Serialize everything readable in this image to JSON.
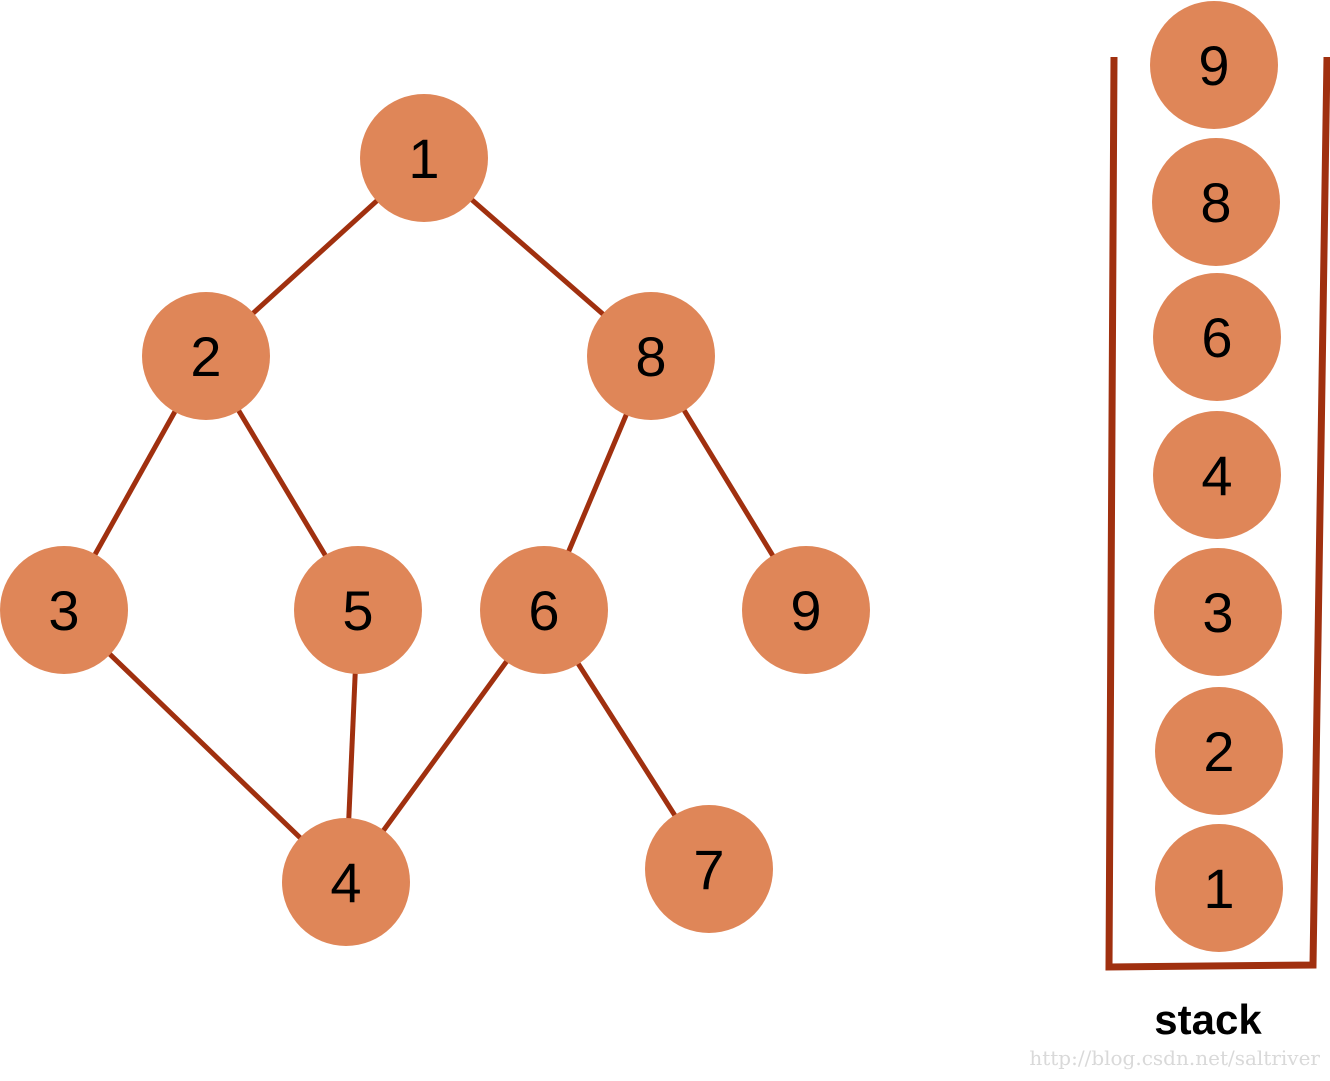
{
  "colors": {
    "node_fill": "#df8658",
    "edge": "#a0300f",
    "text": "#000000",
    "watermark": "#d9d9d9"
  },
  "graph": {
    "nodes": [
      {
        "id": "1",
        "label": "1"
      },
      {
        "id": "2",
        "label": "2"
      },
      {
        "id": "8",
        "label": "8"
      },
      {
        "id": "3",
        "label": "3"
      },
      {
        "id": "5",
        "label": "5"
      },
      {
        "id": "6",
        "label": "6"
      },
      {
        "id": "9",
        "label": "9"
      },
      {
        "id": "4",
        "label": "4"
      },
      {
        "id": "7",
        "label": "7"
      }
    ],
    "edges": [
      [
        "1",
        "2"
      ],
      [
        "1",
        "8"
      ],
      [
        "2",
        "3"
      ],
      [
        "2",
        "5"
      ],
      [
        "8",
        "6"
      ],
      [
        "8",
        "9"
      ],
      [
        "3",
        "4"
      ],
      [
        "5",
        "4"
      ],
      [
        "6",
        "4"
      ],
      [
        "6",
        "7"
      ]
    ]
  },
  "stack": {
    "caption": "stack",
    "items_top_to_bottom": [
      "9",
      "8",
      "6",
      "4",
      "3",
      "2",
      "1"
    ]
  },
  "watermark": "http://blog.csdn.net/saltriver"
}
